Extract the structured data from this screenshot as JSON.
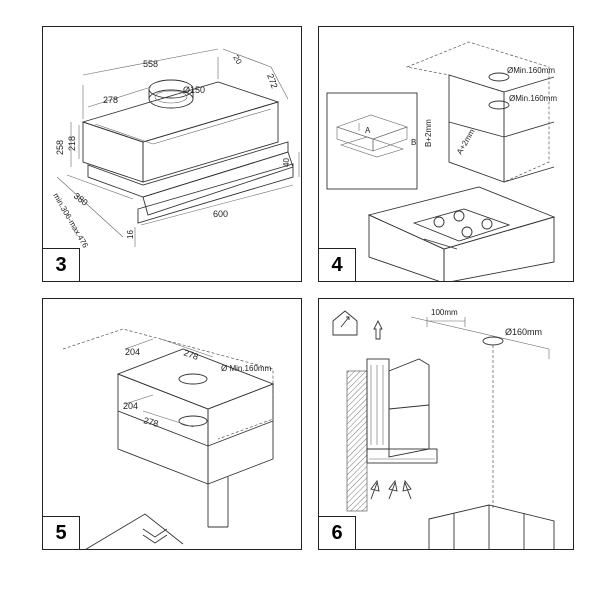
{
  "panels": [
    {
      "number": "3"
    },
    {
      "number": "4"
    },
    {
      "number": "5"
    },
    {
      "number": "6"
    }
  ],
  "p3": {
    "w558": "558",
    "w278": "278",
    "d272": "272",
    "d20": "20",
    "dia150": "Ø150",
    "h258": "258",
    "h218": "218",
    "d380": "380",
    "range": "min.306-max.476",
    "w600": "600",
    "h40": "40",
    "h16": "16"
  },
  "p4": {
    "min1": "ØMin.160mm",
    "min2": "ØMin.160mm",
    "bplus": "B+2mm",
    "aplus": "A+2mm",
    "inset_a": "A",
    "inset_b": "B"
  },
  "p5": {
    "t204": "204",
    "t278": "278",
    "min": "Ø Min.160mm",
    "b204": "204",
    "b278": "278"
  },
  "p6": {
    "d100": "100mm",
    "dia160": "Ø160mm"
  }
}
